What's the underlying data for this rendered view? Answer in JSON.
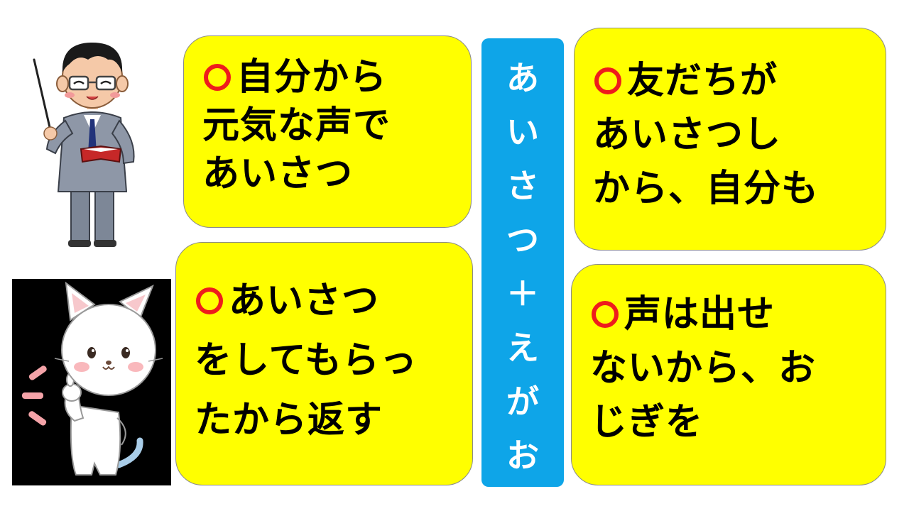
{
  "center_banner": {
    "chars": [
      "あ",
      "い",
      "さ",
      "つ",
      "＋",
      "え",
      "が",
      "お"
    ]
  },
  "cards": {
    "top_left": {
      "lines": [
        "自分から",
        "元気な声で",
        "あいさつ"
      ]
    },
    "bottom_left": {
      "lines": [
        "あいさつ",
        "をしてもらっ",
        "たから返す"
      ]
    },
    "top_right": {
      "lines": [
        "友だちが",
        "あいさつし",
        "から、自分も"
      ]
    },
    "bottom_right": {
      "lines": [
        "声は出せ",
        "ないから、お",
        "じぎを"
      ]
    }
  },
  "colors": {
    "card_fill": "#ffff00",
    "banner_fill": "#0ea5e8",
    "mark_red": "#ee1c1c"
  },
  "icons": {
    "teacher": "teacher-with-pointer-illustration",
    "cat": "white-cat-thumbs-up-illustration",
    "mark": "red-circle-mark"
  }
}
